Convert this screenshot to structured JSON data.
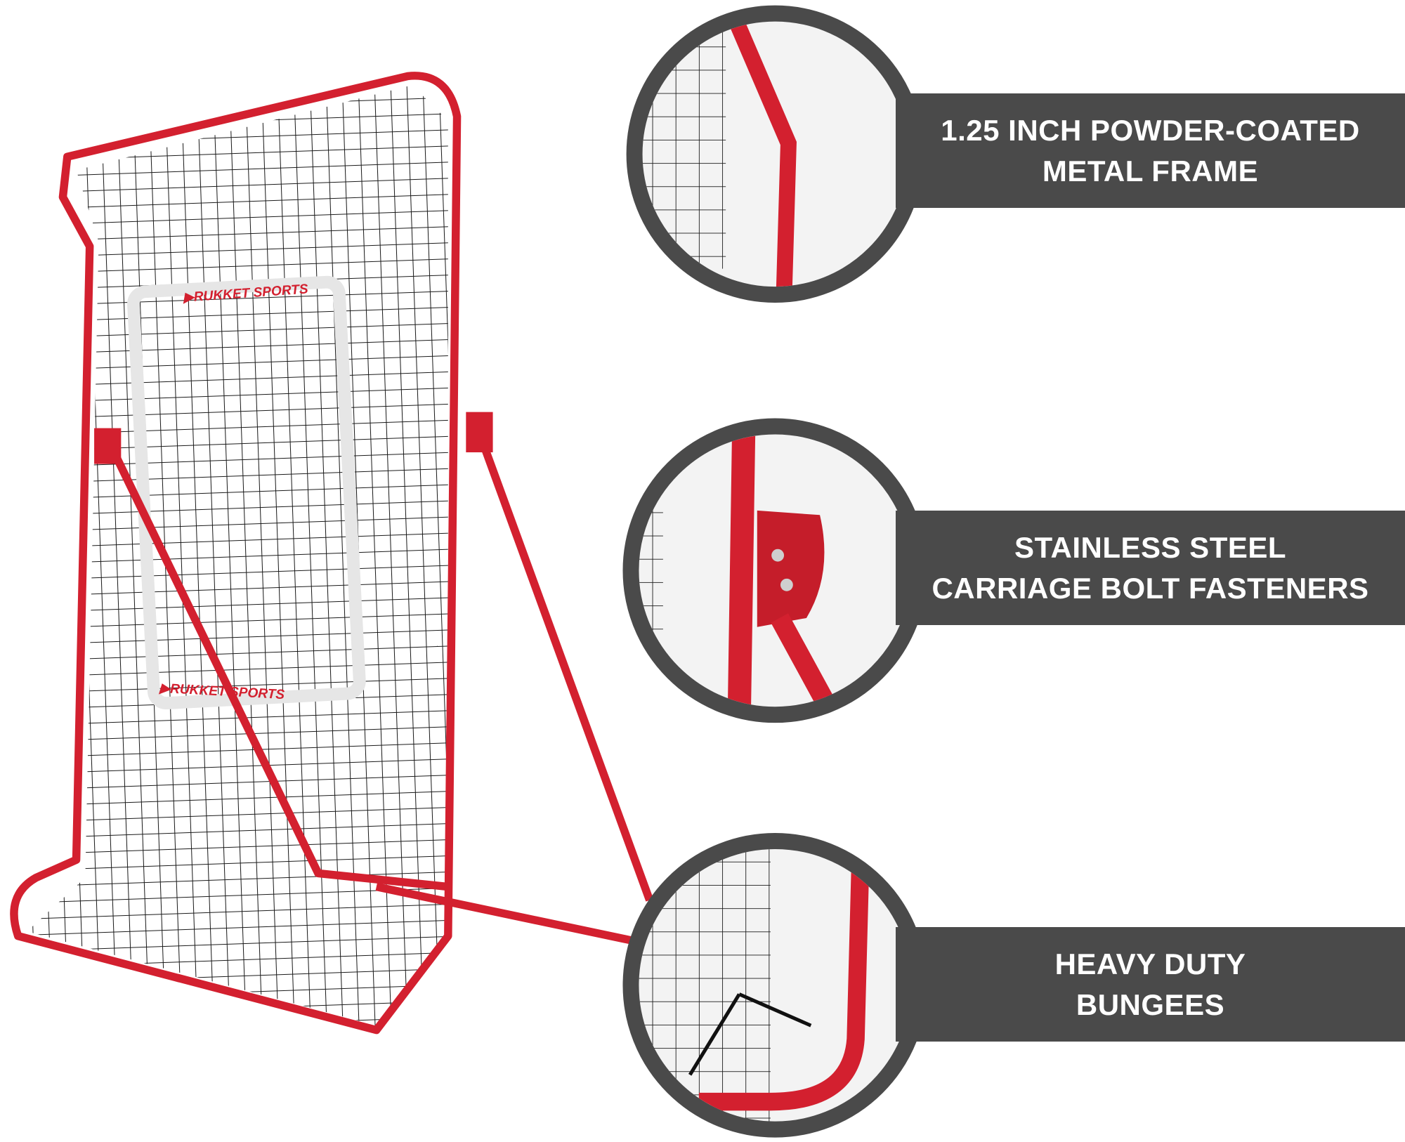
{
  "brand": {
    "logo_text": "RUKKET SPORTS",
    "accent_color": "#d3202f"
  },
  "features": [
    {
      "line1": "1.25 INCH POWDER-COATED",
      "line2": "METAL FRAME"
    },
    {
      "line1": "STAINLESS STEEL",
      "line2": "CARRIAGE BOLT FASTENERS"
    },
    {
      "line1": "HEAVY DUTY",
      "line2": "BUNGEES"
    }
  ],
  "colors": {
    "frame": "#d3202f",
    "banner": "#4a4a4a",
    "net": "#1a1a1a",
    "circle_bg": "#f3f3f3"
  }
}
